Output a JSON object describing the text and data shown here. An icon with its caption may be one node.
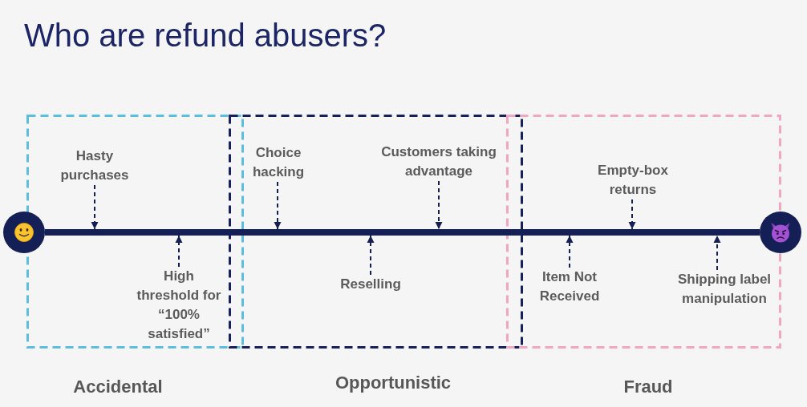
{
  "diagram": {
    "title": "Who are refund abusers?",
    "nodes": [
      {
        "text": [],
        "shape": "circle"
      },
      {
        "text": [
          "Accidental"
        ]
      },
      {
        "text": [
          "Hasty purchases"
        ],
        "in": 1
      },
      {
        "text": [
          "High threshold for “100% satisfied”"
        ],
        "in": 1
      },
      {
        "text": [
          "Opportunistic"
        ]
      },
      {
        "text": [
          "Choice hacking"
        ],
        "in": 4
      },
      {
        "text": [
          "Customers taking advantage"
        ],
        "in": 4
      },
      {
        "text": [
          "Reselling"
        ],
        "in": 4
      },
      {
        "text": [
          "Fraud"
        ]
      },
      {
        "text": [
          "Empty-box returns"
        ],
        "in": 8
      },
      {
        "text": [
          "Item Not Received"
        ],
        "in": 8
      },
      {
        "text": [
          "Shipping label manipulation"
        ],
        "in": 8
      },
      {
        "text": [],
        "shape": "circle"
      }
    ],
    "edges": [
      {
        "from": 0,
        "to": 12,
        "arrow": "none",
        "style": "thick"
      },
      {
        "from": 2,
        "to": null,
        "arrow": "to",
        "style": "dashed"
      },
      {
        "from": 3,
        "to": null,
        "arrow": "to",
        "style": "dashed"
      },
      {
        "from": 5,
        "to": null,
        "arrow": "to",
        "style": "dashed"
      },
      {
        "from": 6,
        "to": null,
        "arrow": "to",
        "style": "dashed"
      },
      {
        "from": 7,
        "to": null,
        "arrow": "to",
        "style": "dashed"
      },
      {
        "from": 9,
        "to": null,
        "arrow": "to",
        "style": "dashed"
      },
      {
        "from": 10,
        "to": null,
        "arrow": "to",
        "style": "dashed"
      },
      {
        "from": 11,
        "to": null,
        "arrow": "to",
        "style": "dashed"
      }
    ]
  }
}
